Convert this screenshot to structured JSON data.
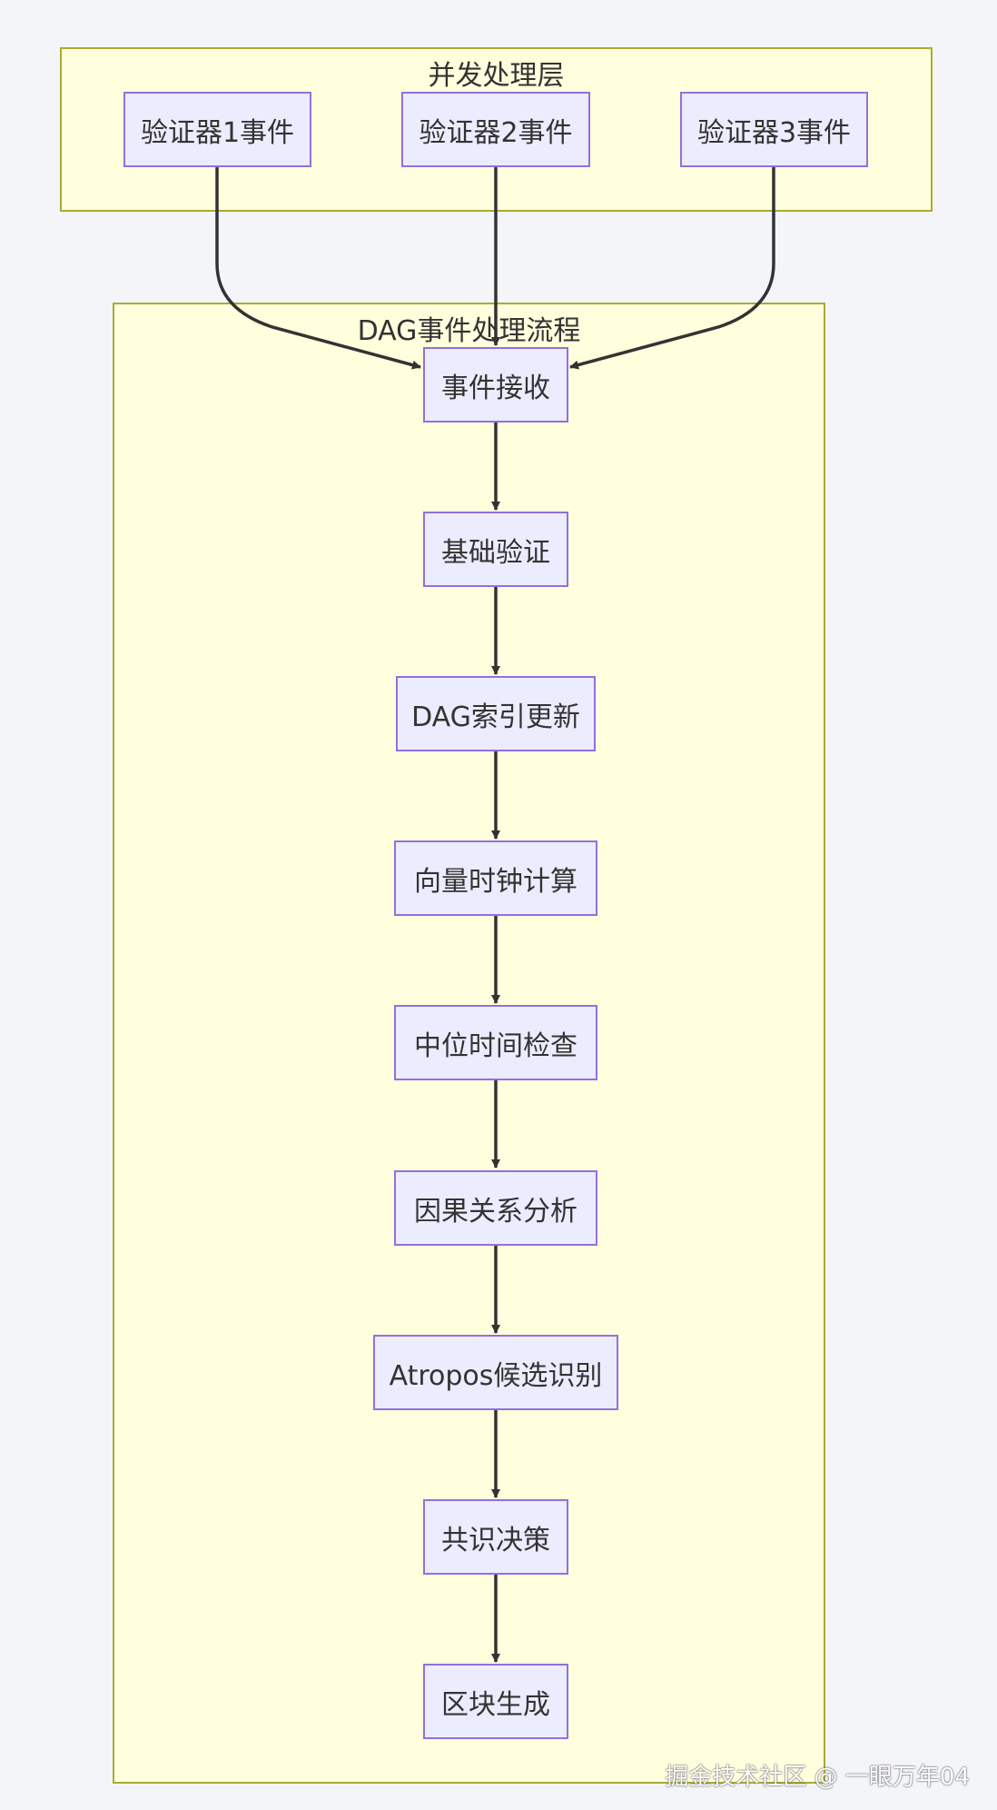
{
  "clusters": {
    "concurrent": {
      "title": "并发处理层"
    },
    "dag_flow": {
      "title": "DAG事件处理流程"
    }
  },
  "nodes": {
    "validator1": "验证器1事件",
    "validator2": "验证器2事件",
    "validator3": "验证器3事件",
    "receive": "事件接收",
    "basic_validate": "基础验证",
    "dag_index": "DAG索引更新",
    "vector_clock": "向量时钟计算",
    "median_time": "中位时间检查",
    "causality": "因果关系分析",
    "atropos": "Atropos候选识别",
    "consensus": "共识决策",
    "block_gen": "区块生成"
  },
  "watermark": "掘金技术社区 @ 一眼万年04",
  "colors": {
    "background": "#f3f5f8",
    "cluster_fill": "#ffffde",
    "cluster_border": "#aaaa33",
    "node_fill": "#ececff",
    "node_border": "#9370db",
    "edge": "#333333"
  }
}
